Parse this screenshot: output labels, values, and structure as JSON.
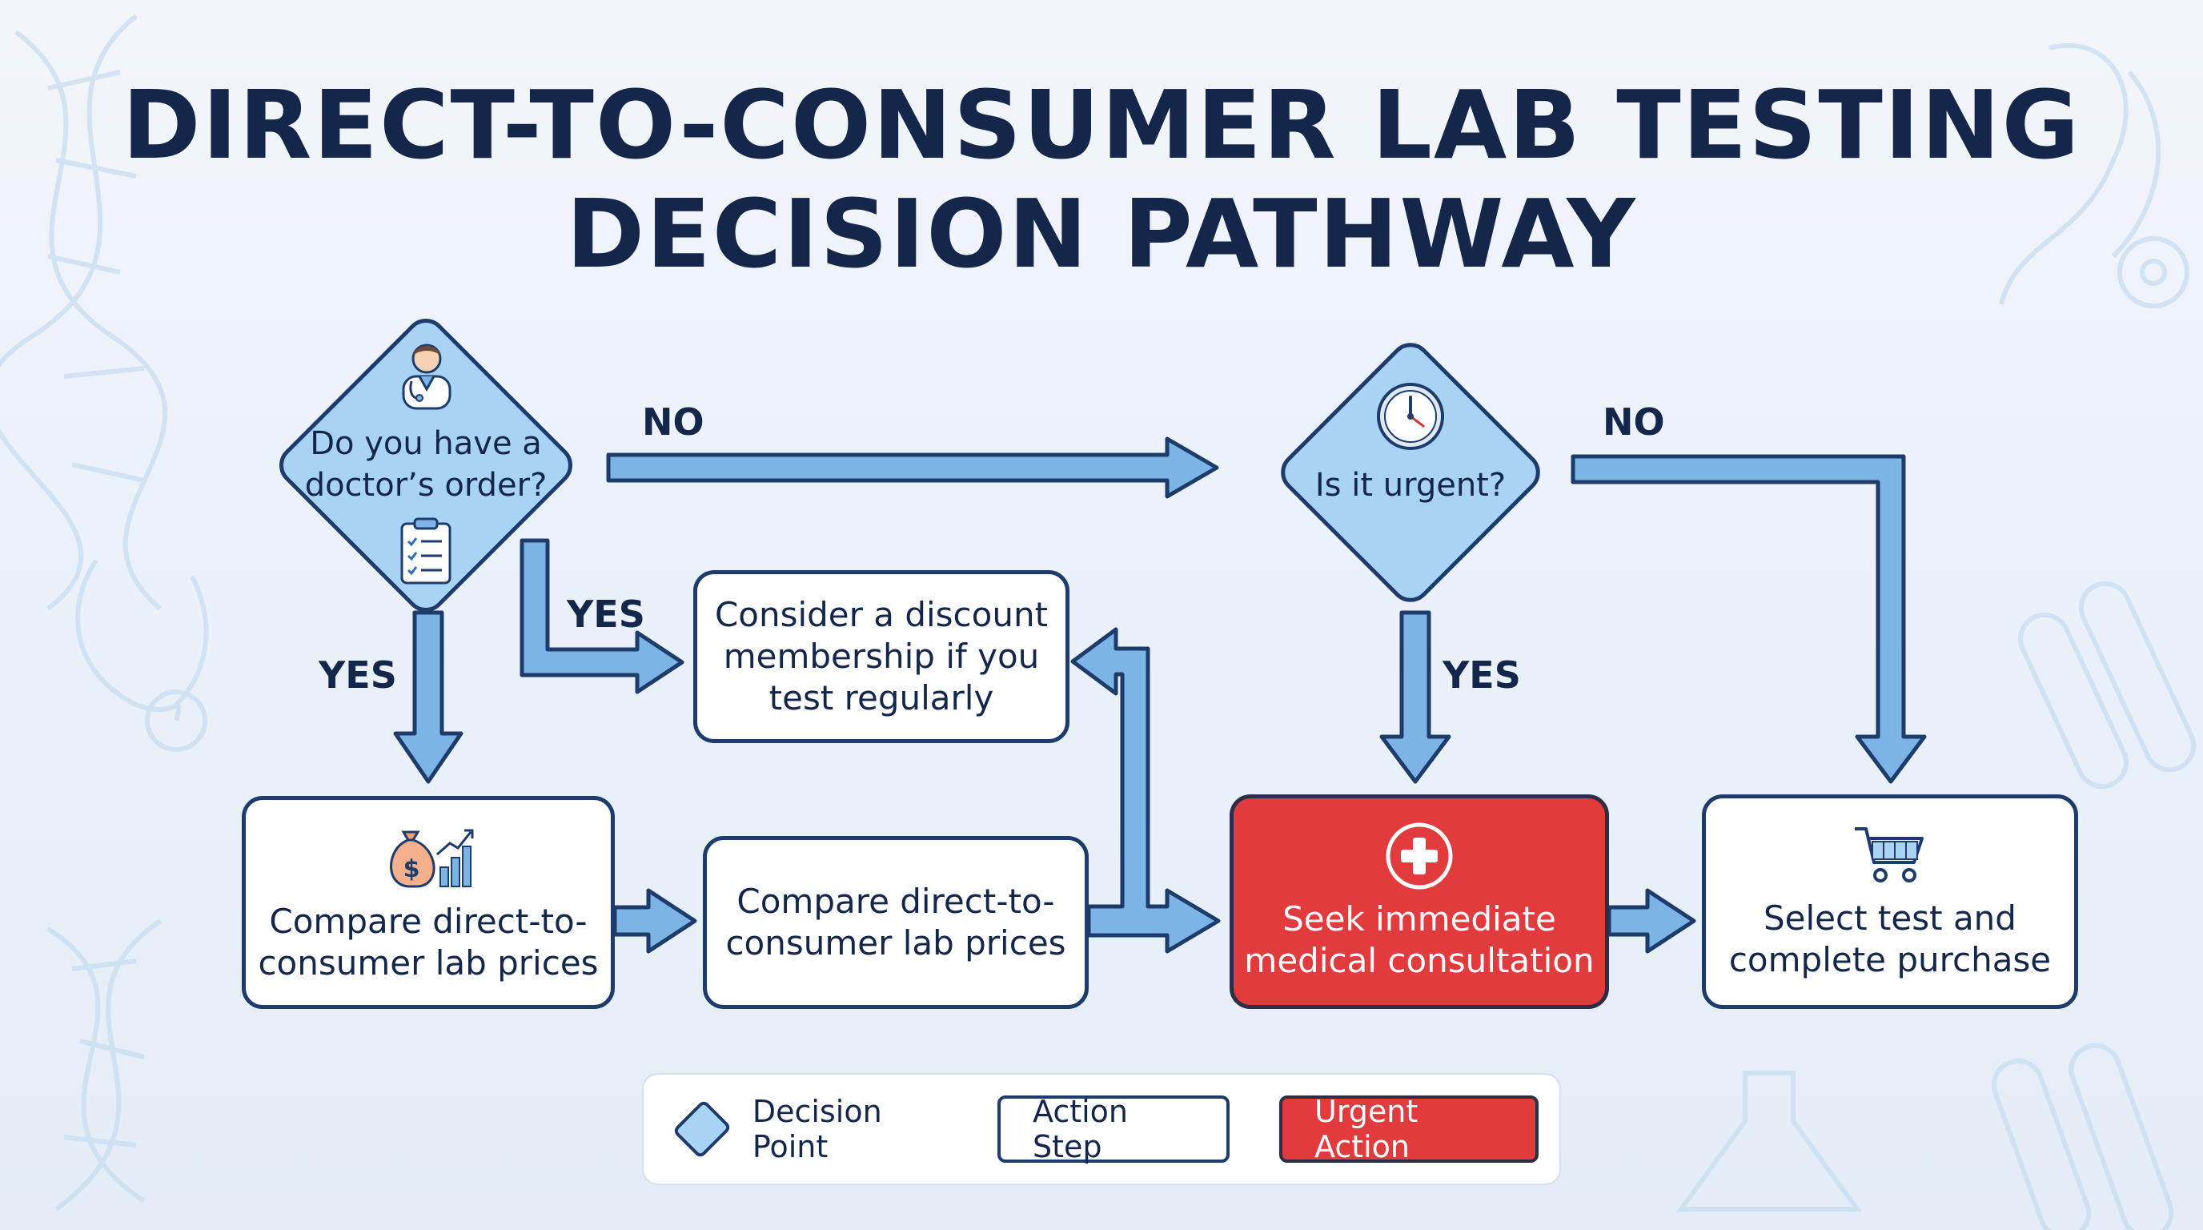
{
  "title": {
    "line1": "DIRECT-TO-CONSUMER LAB TESTING",
    "line2": "DECISION PATHWAY"
  },
  "nodes": {
    "doctor_order": {
      "type": "decision",
      "line1": "Do you have a",
      "line2": "doctor’s order?",
      "icons": [
        "doctor-icon",
        "clipboard-checklist-icon"
      ]
    },
    "urgent": {
      "type": "decision",
      "line1": "Is it urgent?",
      "icons": [
        "clock-icon"
      ]
    },
    "discount": {
      "type": "action",
      "line1": "Consider a discount",
      "line2": "membership if you",
      "line3": "test regularly"
    },
    "compare_left": {
      "type": "action",
      "line1": "Compare direct-to-",
      "line2": "consumer lab prices",
      "icons": [
        "money-bag-chart-icon"
      ]
    },
    "compare_mid": {
      "type": "action",
      "line1": "Compare direct-to-",
      "line2": "consumer lab prices"
    },
    "seek": {
      "type": "urgent",
      "line1": "Seek immediate",
      "line2": "medical consultation",
      "icons": [
        "medical-cross-icon"
      ]
    },
    "select": {
      "type": "action",
      "line1": "Select test and",
      "line2": "complete purchase",
      "icons": [
        "shopping-cart-icon"
      ]
    }
  },
  "edge_labels": {
    "doctor_no": "NO",
    "doctor_yes_down": "YES",
    "doctor_yes_right": "YES",
    "urgent_no": "NO",
    "urgent_yes": "YES"
  },
  "legend": {
    "decision": "Decision Point",
    "action": "Action Step",
    "urgent": "Urgent Action"
  },
  "colors": {
    "title": "#14274a",
    "decision_fill": "#a9d3f4",
    "outline": "#1d3c6b",
    "arrow_fill": "#7db4e6",
    "urgent_fill": "#e23b3e",
    "action_fill": "#ffffff"
  }
}
